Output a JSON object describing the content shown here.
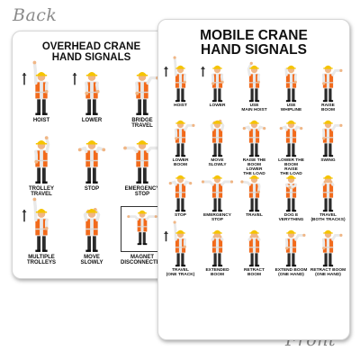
{
  "labels": {
    "back": "Back",
    "front": "Front"
  },
  "colors": {
    "vest": "#f26a1b",
    "hardhat": "#f5c400",
    "skin": "#f0b685",
    "pants": "#2b2b2b",
    "text": "#111111"
  },
  "back": {
    "title": [
      "OVERHEAD CRANE",
      "HAND SIGNALS"
    ],
    "signals": [
      {
        "label": [
          "HOIST"
        ],
        "pose": "hoist"
      },
      {
        "label": [
          "LOWER"
        ],
        "pose": "lower"
      },
      {
        "label": [
          "BRIDGE",
          "TRAVEL"
        ],
        "pose": "point"
      },
      {
        "label": [
          "TROLLEY",
          "TRAVEL"
        ],
        "pose": "trolley"
      },
      {
        "label": [
          "STOP"
        ],
        "pose": "stop"
      },
      {
        "label": [
          "EMERGENCY",
          "STOP"
        ],
        "pose": "spread"
      },
      {
        "label": [
          "MULTIPLE",
          "TROLLEYS"
        ],
        "pose": "hoist"
      },
      {
        "label": [
          "MOVE",
          "SLOWLY"
        ],
        "pose": "slow"
      },
      {
        "label": [
          "MAGNET",
          "DISCONNECTED"
        ],
        "pose": "magnet"
      }
    ]
  },
  "front": {
    "title": [
      "MOBILE CRANE",
      "HAND SIGNALS"
    ],
    "signals": [
      {
        "label": [
          "HOIST"
        ],
        "pose": "hoist"
      },
      {
        "label": [
          "LOWER"
        ],
        "pose": "lower"
      },
      {
        "label": [
          "USE",
          "MAIN HOIST"
        ],
        "pose": "head"
      },
      {
        "label": [
          "USE",
          "WHIPLINE"
        ],
        "pose": "elbow"
      },
      {
        "label": [
          "RAISE",
          "BOOM"
        ],
        "pose": "point"
      },
      {
        "label": [
          "LOWER",
          "BOOM"
        ],
        "pose": "point"
      },
      {
        "label": [
          "MOVE",
          "SLOWLY"
        ],
        "pose": "slow"
      },
      {
        "label": [
          "RAISE THE",
          "BOOM",
          "LOWER",
          "THE LOAD"
        ],
        "pose": "stop"
      },
      {
        "label": [
          "LOWER THE",
          "BOOM",
          "RAISE",
          "THE LOAD"
        ],
        "pose": "stop"
      },
      {
        "label": [
          "SWING"
        ],
        "pose": "point"
      },
      {
        "label": [
          "STOP"
        ],
        "pose": "stop"
      },
      {
        "label": [
          "EMERGENCY",
          "STOP"
        ],
        "pose": "spread"
      },
      {
        "label": [
          "TRAVEL"
        ],
        "pose": "push"
      },
      {
        "label": [
          "DOG E",
          "VERYTHING"
        ],
        "pose": "dog"
      },
      {
        "label": [
          "TRAVEL",
          "(BOTH TRACKS)"
        ],
        "pose": "fists"
      },
      {
        "label": [
          "TRAVEL",
          "(ONE TRACK)"
        ],
        "pose": "hoist"
      },
      {
        "label": [
          "EXTENDED",
          "BOOM"
        ],
        "pose": "fists"
      },
      {
        "label": [
          "RETRACT",
          "BOOM"
        ],
        "pose": "fists"
      },
      {
        "label": [
          "EXTEND BOOM",
          "(ONE HAND)"
        ],
        "pose": "point"
      },
      {
        "label": [
          "RETRACT BOOM",
          "(ONE HAND)"
        ],
        "pose": "point"
      }
    ]
  }
}
